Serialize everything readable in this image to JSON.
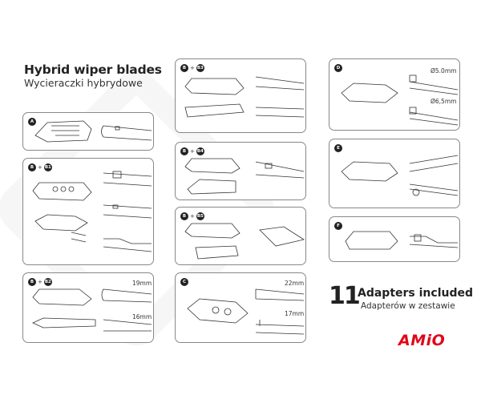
{
  "header": {
    "title": "Hybrid wiper blades",
    "subtitle": "Wycieraczki hybrydowe"
  },
  "panels": {
    "a": {
      "badges": [
        "A"
      ]
    },
    "b_b1": {
      "badges": [
        "B",
        "B1"
      ]
    },
    "b_b2": {
      "badges": [
        "B",
        "B2"
      ],
      "sizes": [
        "19mm",
        "16mm"
      ]
    },
    "b_b3": {
      "badges": [
        "B",
        "B3"
      ]
    },
    "b_b4": {
      "badges": [
        "B",
        "B4"
      ]
    },
    "b_b5": {
      "badges": [
        "B",
        "B5"
      ]
    },
    "c": {
      "badges": [
        "C"
      ],
      "sizes": [
        "22mm",
        "17mm"
      ]
    },
    "d": {
      "badges": [
        "D"
      ],
      "sizes": [
        "Ø5.0mm",
        "Ø6,5mm"
      ]
    },
    "e": {
      "badges": [
        "E"
      ]
    },
    "f": {
      "badges": [
        "F"
      ]
    }
  },
  "plus": "+",
  "adapters": {
    "count": "11",
    "title": "Adapters included",
    "subtitle": "Adapterów w zestawie"
  },
  "brand": {
    "logo": "AMiO",
    "color": "#e1061a"
  }
}
